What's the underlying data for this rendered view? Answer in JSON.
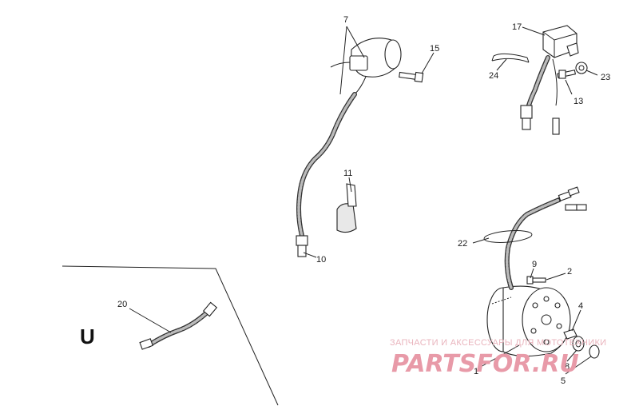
{
  "callouts": {
    "c7": "7",
    "c15": "15",
    "c17": "17",
    "c24": "24",
    "c23": "23",
    "c13": "13",
    "c11": "11",
    "c10": "10",
    "c22": "22",
    "c9": "9",
    "c2": "2",
    "c4": "4",
    "c8": "8",
    "c5": "5",
    "c1": "1",
    "c20": "20"
  },
  "variant_label": "U",
  "watermark": {
    "caption": "ЗАПЧАСТИ И АКСЕССУАРЫ ДЛЯ МОТОТЕХНИКИ",
    "brand": "PARTSFOR.RU"
  }
}
